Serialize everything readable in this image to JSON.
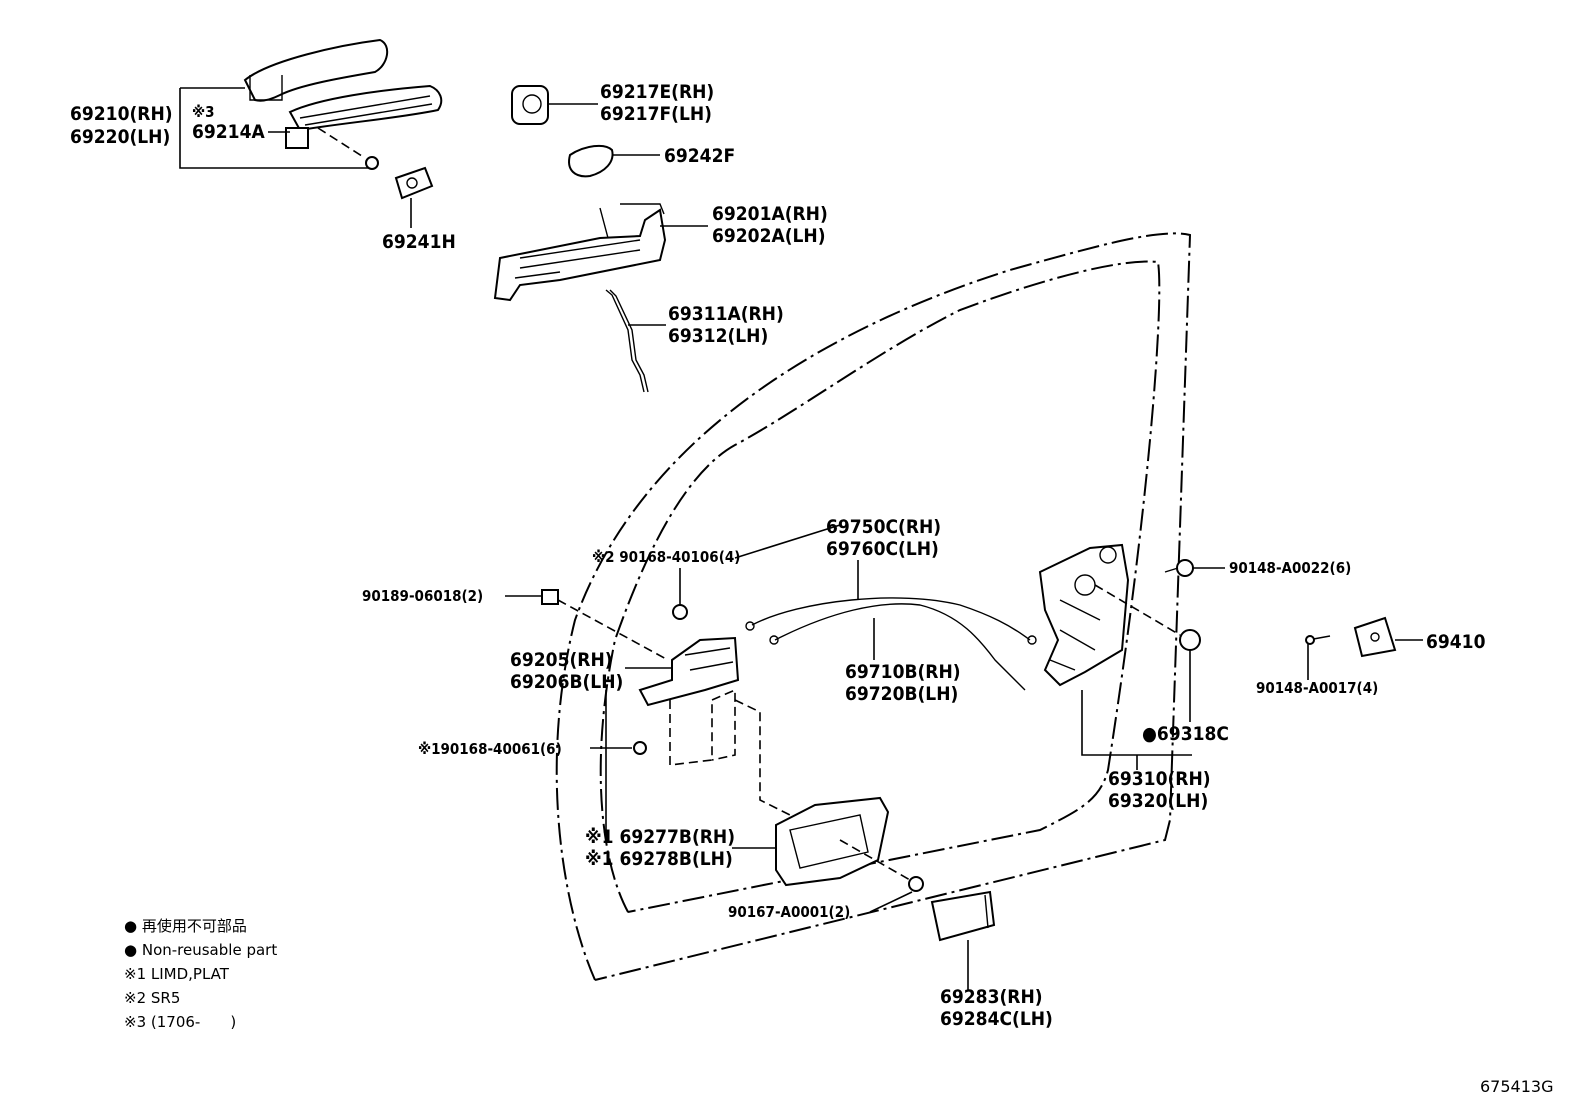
{
  "callouts": {
    "p69210": "69210(RH)",
    "p69220": "69220(LH)",
    "note3a": "※3",
    "p69214A": "69214A",
    "p69241H": "69241H",
    "p69217E": "69217E(RH)",
    "p69217F": "69217F(LH)",
    "p69242F": "69242F",
    "p69201A": "69201A(RH)",
    "p69202A": "69202A(LH)",
    "p69311A": "69311A(RH)",
    "p69312": "69312(LH)",
    "p69750C": "69750C(RH)",
    "p69760C": "69760C(LH)",
    "p90168_40106": "※2 90168-40106(4)",
    "p90189": "90189-06018(2)",
    "p69205": "69205(RH)",
    "p69206B": "69206B(LH)",
    "p69710B": "69710B(RH)",
    "p69720B": "69720B(LH)",
    "p90148_A0022": "90148-A0022(6)",
    "p69410": "69410",
    "p90148_A0017": "90148-A0017(4)",
    "p69318C": "●69318C",
    "p90168_40061": "※190168-40061(6)",
    "p69310": "69310(RH)",
    "p69320": "69320(LH)",
    "p69277B": "※1 69277B(RH)",
    "p69278B": "※1 69278B(LH)",
    "p90167": "90167-A0001(2)",
    "p69283": "69283(RH)",
    "p69284C": "69284C(LH)"
  },
  "legend": {
    "jp_nonreusable": "● 再使用不可部品",
    "en_nonreusable": "● Non-reusable part",
    "note1": "※1 LIMD,PLAT",
    "note2": "※2 SR5",
    "note3": "※3 (1706-　　)"
  },
  "diagram_code": "675413G"
}
